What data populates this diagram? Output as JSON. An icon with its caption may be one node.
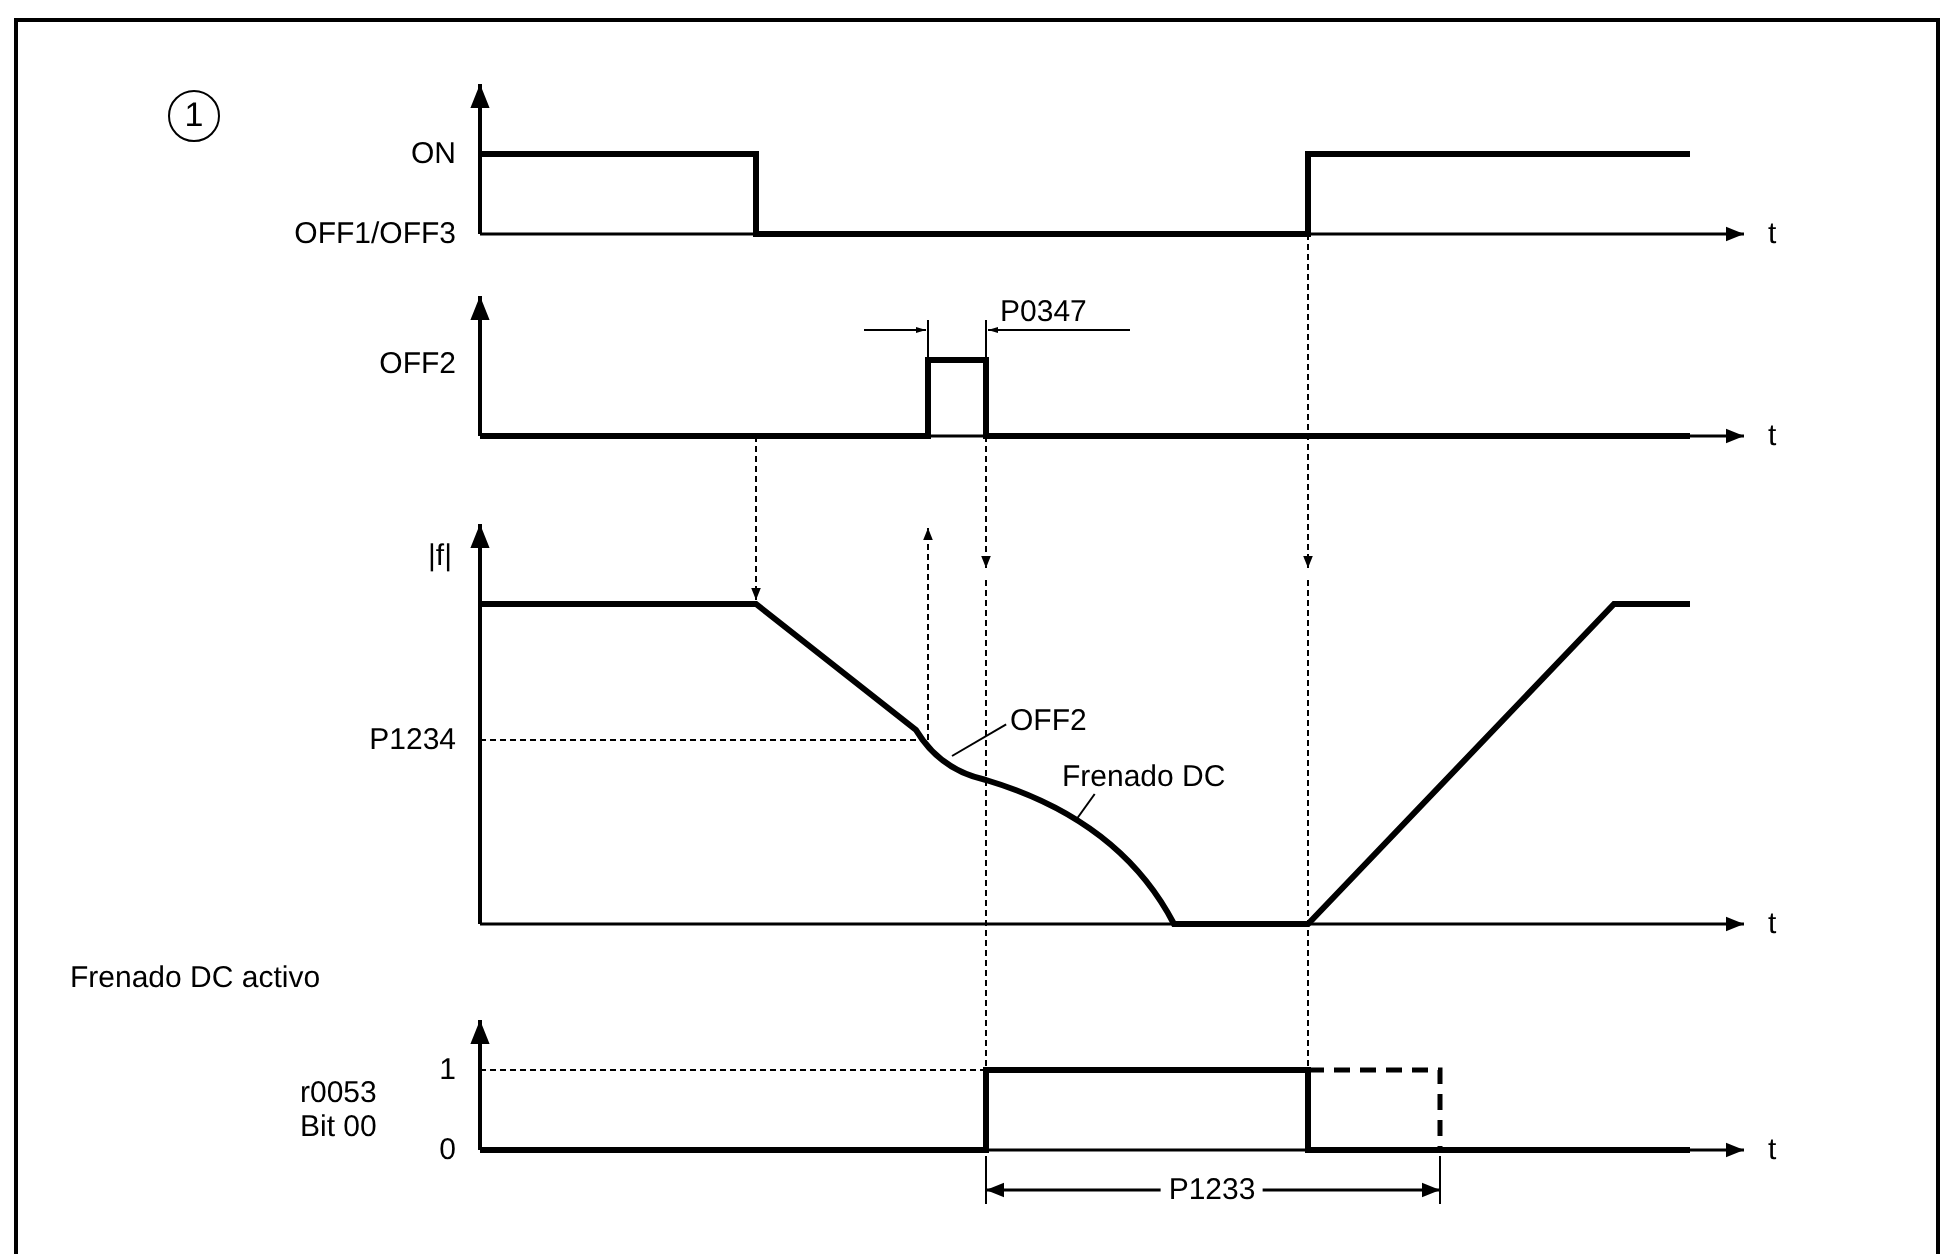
{
  "diagram": {
    "nodes": [
      {
        "text": [
          "1"
        ]
      },
      {
        "text": [
          "OFF2"
        ]
      },
      {
        "text": [
          "Frenado DC"
        ]
      }
    ],
    "edges": [
      {
        "from": 1,
        "to": null,
        "arrow": "none"
      },
      {
        "from": 2,
        "to": null,
        "arrow": "none"
      }
    ],
    "labels": [
      "ON",
      "OFF1/OFF3",
      "t",
      "P0347",
      "OFF2",
      "t",
      "|f|",
      "P1234",
      "t",
      "Frenado DC activo",
      "1",
      "r0053 Bit 00",
      "0",
      "t",
      "P1233"
    ]
  }
}
